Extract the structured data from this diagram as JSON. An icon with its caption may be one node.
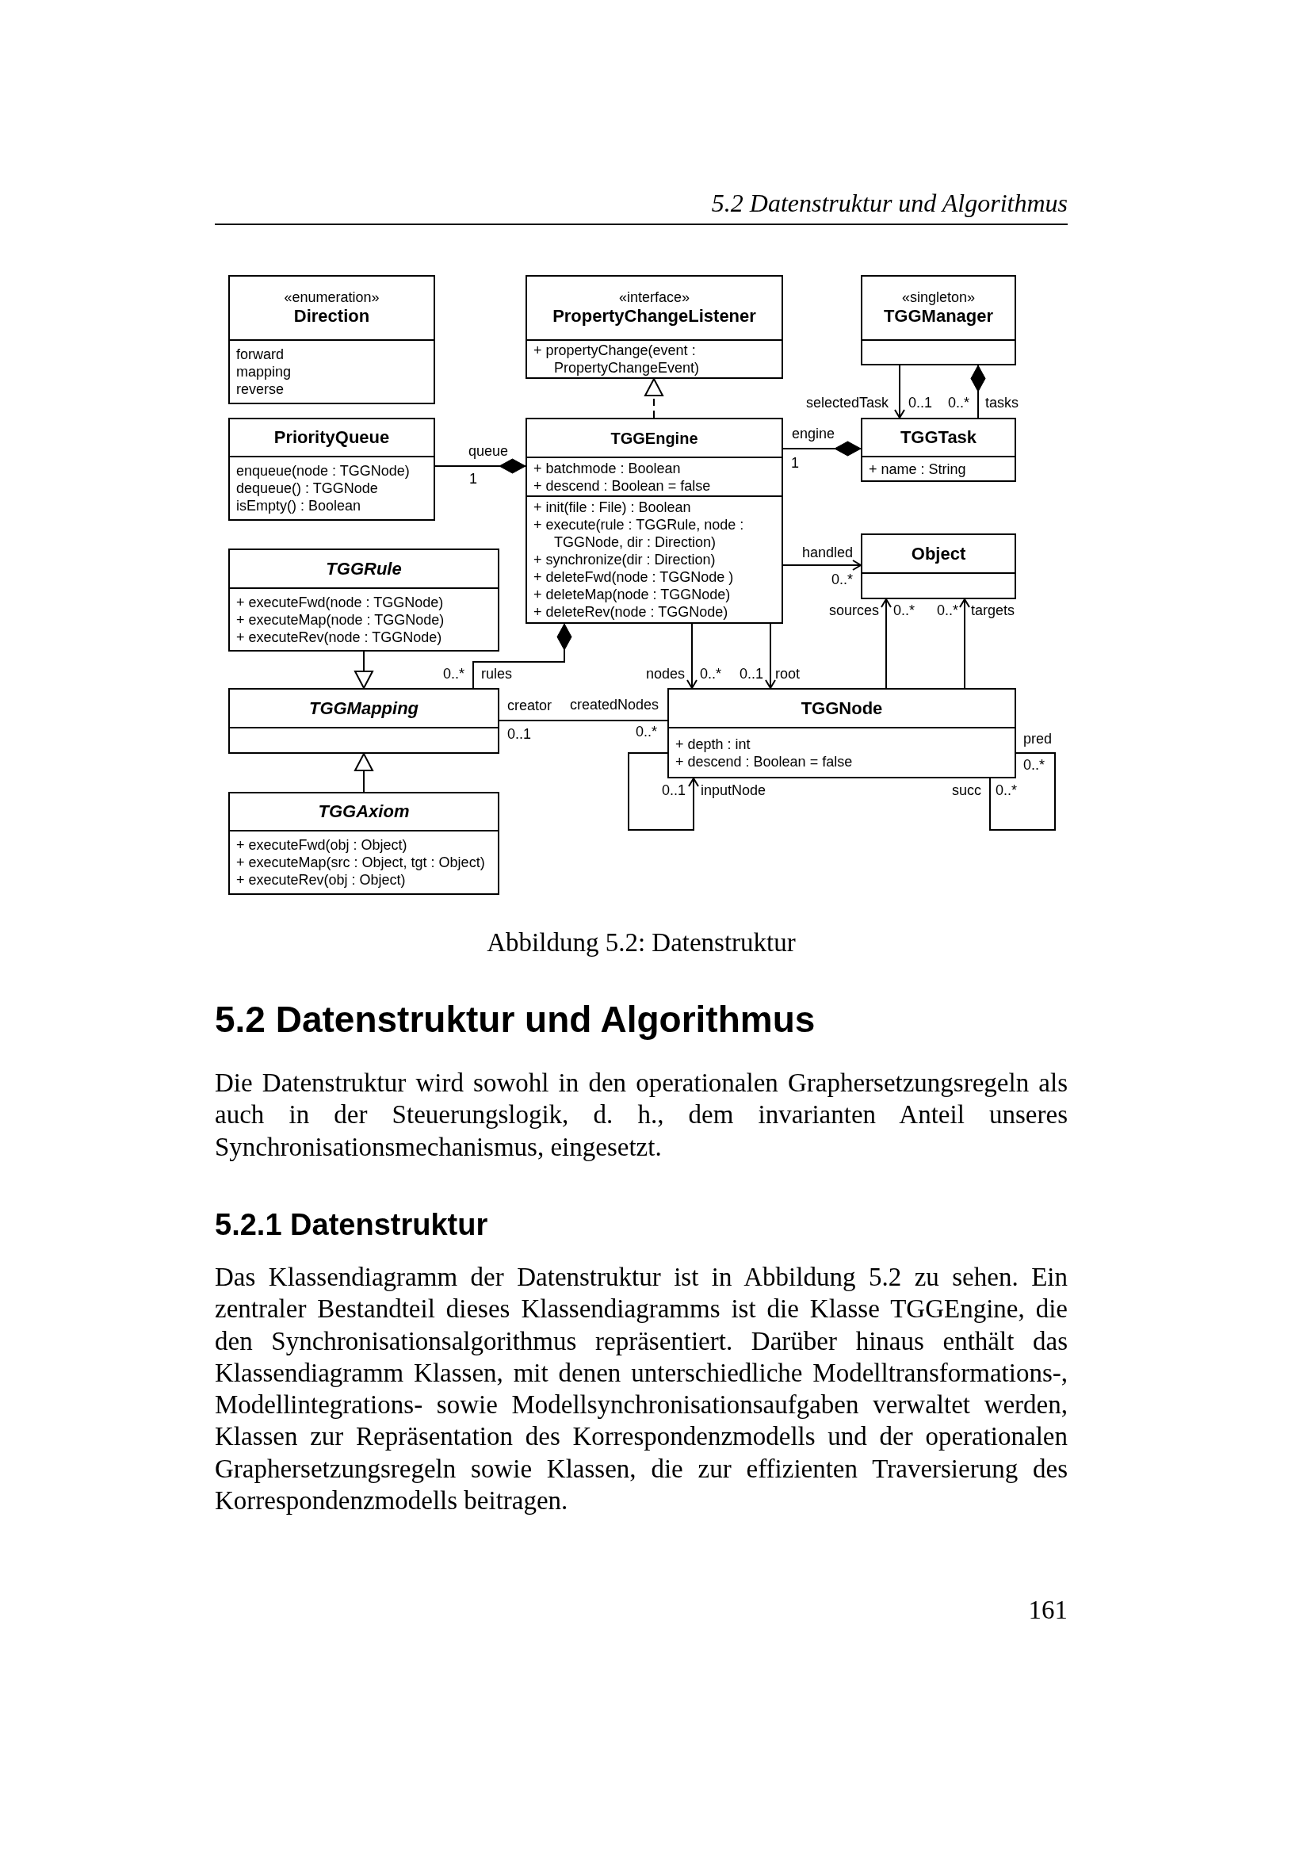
{
  "diagram": {
    "caption": "Abbildung 5.2: Datenstruktur",
    "nodes": [
      {
        "text": [
          "«enumeration»",
          "Direction",
          "forward",
          "mapping",
          "reverse"
        ]
      },
      {
        "text": [
          "«interface»",
          "PropertyChangeListener",
          "+ propertyChange(event : PropertyChangeEvent)"
        ]
      },
      {
        "text": [
          "«singleton»",
          "TGGManager"
        ]
      },
      {
        "text": [
          "PriorityQueue",
          "enqueue(node : TGGNode)",
          "dequeue() : TGGNode",
          "isEmpty() : Boolean"
        ]
      },
      {
        "text": [
          "TGGEngine",
          "+ batchmode : Boolean",
          "+ descend : Boolean = false",
          "+ init(file : File) : Boolean",
          "+ execute(rule : TGGRule, node : TGGNode, dir : Direction)",
          "+ synchronize(dir : Direction)",
          "+ deleteFwd(node : TGGNode )",
          "+ deleteMap(node : TGGNode)",
          "+ deleteRev(node : TGGNode)"
        ]
      },
      {
        "text": [
          "TGGTask",
          "+ name : String"
        ]
      },
      {
        "text": [
          "TGGRule",
          "+ executeFwd(node : TGGNode)",
          "+ executeMap(node : TGGNode)",
          "+ executeRev(node : TGGNode)"
        ]
      },
      {
        "text": [
          "Object"
        ]
      },
      {
        "text": [
          "TGGMapping"
        ]
      },
      {
        "text": [
          "TGGNode",
          "+ depth : int",
          "+ descend : Boolean = false"
        ]
      },
      {
        "text": [
          "TGGAxiom",
          "+ executeFwd(obj : Object)",
          "+ executeMap(src : Object, tgt : Object)",
          "+ executeRev(obj : Object)"
        ]
      }
    ],
    "edges": [
      {
        "from": 4,
        "to": 1,
        "arrow": "to",
        "style": "dashed"
      },
      {
        "from": 2,
        "to": 5,
        "arrow": "to"
      },
      {
        "from": 5,
        "to": 2,
        "arrow": "other"
      },
      {
        "from": 3,
        "to": 4,
        "arrow": "other"
      },
      {
        "from": 4,
        "to": 5,
        "arrow": "other"
      },
      {
        "from": 4,
        "to": 7,
        "arrow": "to"
      },
      {
        "from": 6,
        "to": 8,
        "arrow": "to"
      },
      {
        "from": 8,
        "to": 4,
        "arrow": "other"
      },
      {
        "from": 8,
        "to": 9,
        "arrow": "none"
      },
      {
        "from": 4,
        "to": 9,
        "arrow": "to"
      },
      {
        "from": 4,
        "to": 9,
        "arrow": "to"
      },
      {
        "from": 9,
        "to": 7,
        "arrow": "to"
      },
      {
        "from": 9,
        "to": 7,
        "arrow": "to"
      },
      {
        "from": 10,
        "to": 8,
        "arrow": "to"
      },
      {
        "from": 9,
        "to": 9,
        "arrow": "to"
      },
      {
        "from": 9,
        "to": 9,
        "arrow": "none"
      }
    ],
    "labels": [
      "5.2 Datenstruktur und Algorithmus",
      "selectedTask",
      "0..1",
      "0..*",
      "tasks",
      "queue",
      "1",
      "engine",
      "1",
      "handled",
      "0..*",
      "sources",
      "0..*",
      "0..*",
      "targets",
      "0..*",
      "rules",
      "nodes",
      "0..*",
      "0..1",
      "root",
      "creator",
      "createdNodes",
      "0..1",
      "0..*",
      "pred",
      "0..*",
      "0..1",
      "inputNode",
      "succ",
      "0..*",
      "5.2 Datenstruktur und Algorithmus",
      "Die Datenstruktur wird sowohl in den operationalen Graphersetzungsregeln als auch in der Steuerungslogik, d. h., dem invarianten Anteil unseres Synchronisationsmechanismus, eingesetzt.",
      "5.2.1 Datenstruktur",
      "Das Klassendiagramm der Datenstruktur ist in Abbildung 5.2 zu sehen. Ein zentraler Bestandteil dieses Klassendiagramms ist die Klasse TGGEngine, die den Synchronisationsalgorithmus repräsentiert. Darüber hinaus enthält das Klassendiagramm Klassen, mit denen unterschiedliche Modelltransformations-, Modellintegrations- sowie Modellsynchronisationsaufgaben verwaltet werden, Klassen zur Repräsentation des Korrespondenzmodells und der operationalen Graphersetzungsregeln sowie Klassen, die zur effizienten Traversierung des Korrespondenzmodells beitragen.",
      "161"
    ]
  }
}
